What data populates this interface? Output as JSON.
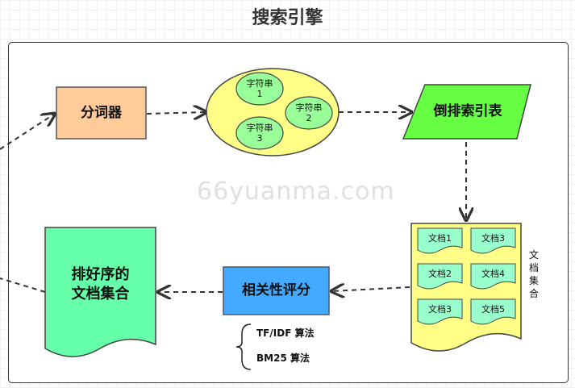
{
  "title": "搜索引擎",
  "watermark": "66yuanma.com",
  "nodes": {
    "tokenizer": "分词器",
    "strings": [
      "字符串\n1",
      "字符串\n2",
      "字符串\n3"
    ],
    "inverted_index": "倒排索引表",
    "docs": [
      "文档1",
      "文档3",
      "文档2",
      "文档4",
      "文档3",
      "文档5"
    ],
    "doc_collection_label": "文\n档\n集\n合",
    "relevance": "相关性评分",
    "sorted_docs": "排好序的\n文档集合"
  },
  "algorithms": [
    "TF/IDF 算法",
    "BM25 算法"
  ],
  "colors": {
    "tokenizer": "#ffcc99",
    "strings_group": "#ffff88",
    "string_item": "#99ff99",
    "inverted_index": "#66ff44",
    "docs_group": "#ffff88",
    "doc_item": "#99ffcc",
    "relevance": "#44aaff",
    "sorted_docs": "#66ffaa"
  }
}
